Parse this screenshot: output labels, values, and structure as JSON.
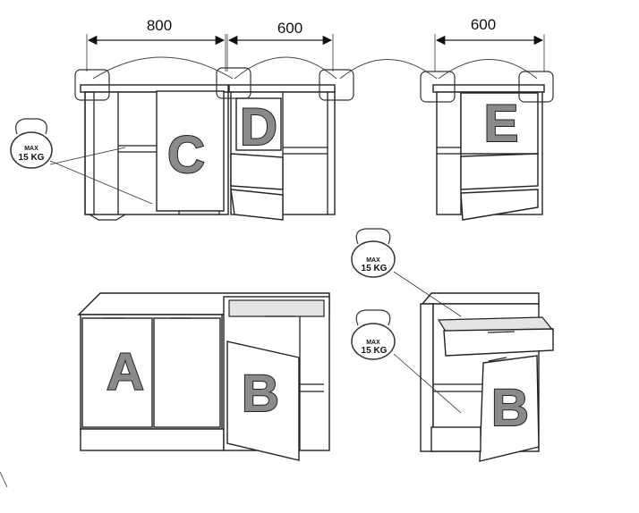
{
  "dimensions": {
    "top_left_width": "800",
    "top_middle_width": "600",
    "top_right_width": "600"
  },
  "panels": {
    "top_c_label": "C",
    "top_d_label": "D",
    "top_e_label": "E",
    "bottom_a_label": "A",
    "bottom_b_label": "B",
    "right_b_label": "B"
  },
  "weight_badge": {
    "max_label": "MAX",
    "load_label": "15 KG"
  },
  "colors": {
    "line": "#222222",
    "letter_fill": "#8a8a8a",
    "hinge_ring": "#333333"
  },
  "icons": [
    "kettlebell-weight-icon",
    "hinge-ring-icon",
    "dimension-arrow-icon"
  ]
}
